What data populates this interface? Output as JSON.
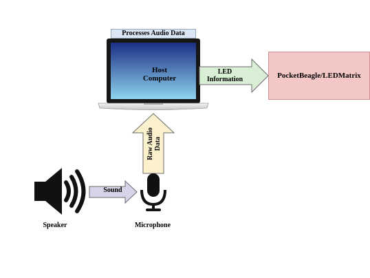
{
  "host": {
    "top_label": "Processes Audio Data",
    "line1": "Host",
    "line2": "Computer"
  },
  "target": {
    "label": "PocketBeagle/LEDMatrix"
  },
  "arrows": {
    "led_line1": "LED",
    "led_line2": "Information",
    "raw_line1": "Raw Audio",
    "raw_line2": "Data",
    "sound": "Sound"
  },
  "devices": {
    "speaker": "Speaker",
    "microphone": "Microphone"
  },
  "icons": {
    "laptop": "laptop-icon",
    "speaker": "speaker-icon",
    "microphone": "microphone-icon"
  },
  "colors": {
    "screen_top": "#1b2f85",
    "screen_bottom": "#8fd3ee",
    "target_fill": "#f4c7c7",
    "led_arrow": "#d9efd5",
    "raw_arrow": "#fbf1cc",
    "sound_arrow": "#d9d3ea",
    "label_fill": "#dbe6f4"
  }
}
